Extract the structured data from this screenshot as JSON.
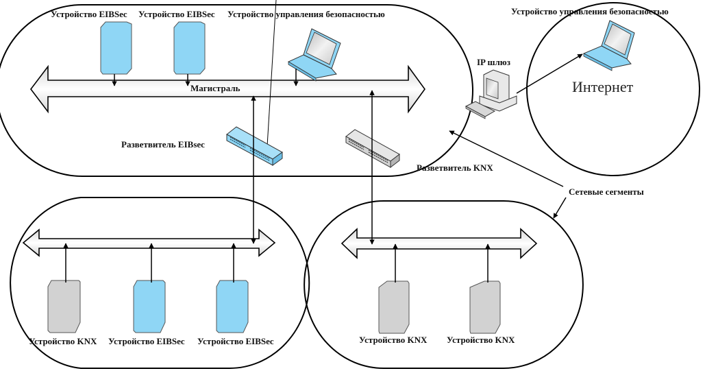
{
  "diagram": {
    "title": "KNX / EIBsec network segments",
    "segments": {
      "backbone": {
        "bus_label": "Магистраль",
        "devices": [
          {
            "label": "Устройство EIBSec",
            "type": "eibsec-device",
            "color": "#8fd6f5"
          },
          {
            "label": "Устройство EIBSec",
            "type": "eibsec-device",
            "color": "#8fd6f5"
          },
          {
            "label": "Устройство управления безопасностью",
            "type": "laptop"
          }
        ],
        "couplers": [
          {
            "label": "Разветвитель EIBsec",
            "color": "#8fd6f5"
          },
          {
            "label": "Разветвитель KNX",
            "color": "#d2d2d2"
          }
        ]
      },
      "line_left": {
        "devices": [
          {
            "label": "Устройство KNX",
            "type": "knx-device",
            "color": "#d2d2d2"
          },
          {
            "label": "Устройство EIBSec",
            "type": "eibsec-device",
            "color": "#8fd6f5"
          },
          {
            "label": "Устройство EIBSec",
            "type": "eibsec-device",
            "color": "#8fd6f5"
          }
        ]
      },
      "line_right": {
        "devices": [
          {
            "label": "Устройство KNX",
            "type": "knx-device",
            "color": "#d2d2d2"
          },
          {
            "label": "Устройство KNX",
            "type": "knx-device",
            "color": "#d2d2d2"
          }
        ]
      },
      "internet": {
        "label": "Интернет",
        "device_label": "Устройство управления безопасностью"
      }
    },
    "gateway": {
      "label": "IP шлюз"
    },
    "callout": {
      "label": "Сетевые сегменты"
    }
  }
}
